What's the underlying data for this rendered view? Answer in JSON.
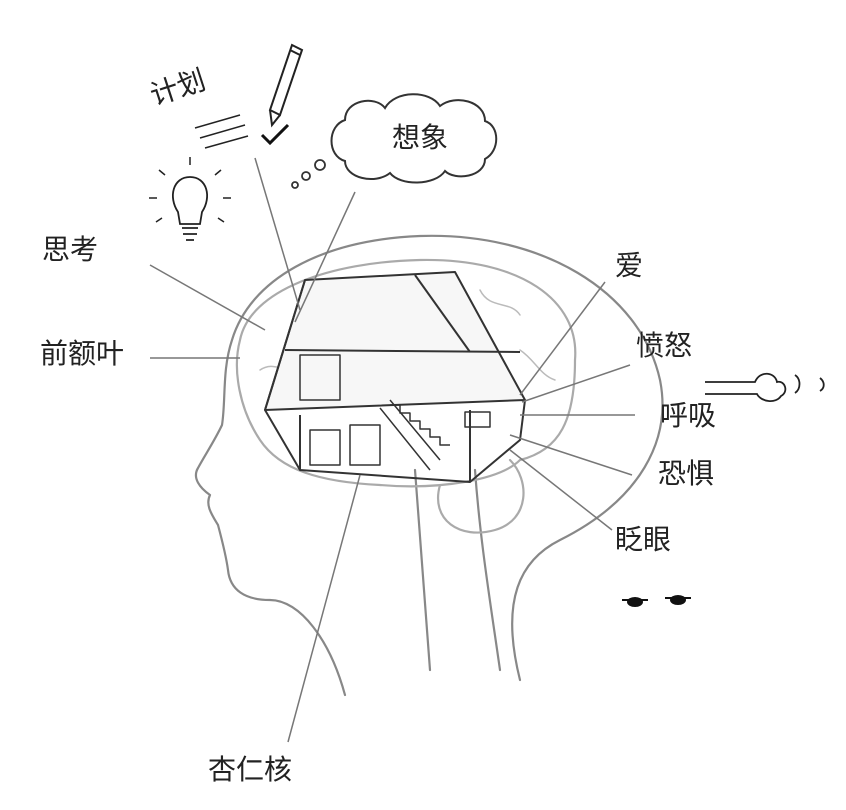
{
  "labels": {
    "plan": "计划",
    "imagination": "想象",
    "thinking": "思考",
    "prefrontal": "前额叶",
    "love": "爱",
    "anger": "愤怒",
    "breathing": "呼吸",
    "fear": "恐惧",
    "blink": "眨眼",
    "amygdala": "杏仁核"
  },
  "colors": {
    "line": "#777777",
    "ink": "#222222"
  }
}
